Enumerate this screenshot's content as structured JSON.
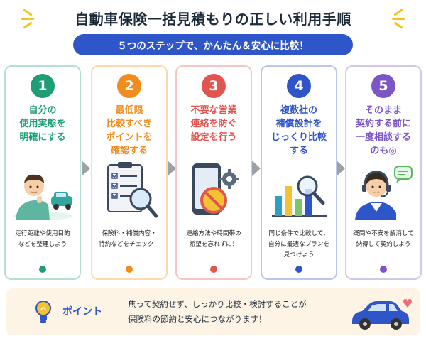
{
  "header": {
    "title": "自動車保険一括見積もりの正しい利用手順",
    "subtitle": "５つのステップで、かんたん＆安心に比較！"
  },
  "steps": [
    {
      "number": "1",
      "heading": "自分の\n使用実態を\n明確にする",
      "desc": "走行距離や使用目的\nなどを整理しよう",
      "color": "#1f9e74",
      "illustration": "person-thinking-car-icon"
    },
    {
      "number": "2",
      "heading": "最低限\n比較すべき\nポイントを\n確認する",
      "desc": "保険料・補償内容・\n特約などをチェック！",
      "color": "#f28c1c",
      "illustration": "checklist-magnifier-icon"
    },
    {
      "number": "3",
      "heading": "不要な営業\n連絡を防ぐ\n設定を行う",
      "desc": "連絡方法や時間帯の\n希望を忘れずに！",
      "color": "#e2544f",
      "illustration": "phone-block-gear-icon"
    },
    {
      "number": "4",
      "heading": "複数社の\n補償設計を\nじっくり比較\nする",
      "desc": "同じ条件で比較して、\n自分に最適なプランを\n見つけよう",
      "color": "#2f56c9",
      "illustration": "bar-chart-magnifier-icon"
    },
    {
      "number": "5",
      "heading": "そのまま\n契約する前に\n一度相談する\nのも◎",
      "desc": "疑問や不安を解消して\n納得して契約しよう",
      "color": "#7b56c4",
      "illustration": "operator-headset-icon"
    }
  ],
  "point": {
    "label": "ポイント",
    "text": "焦って契約せず、しっかり比較・検討することが\n保険料の節約と安心につながります！",
    "icon": "lightbulb-icon"
  }
}
